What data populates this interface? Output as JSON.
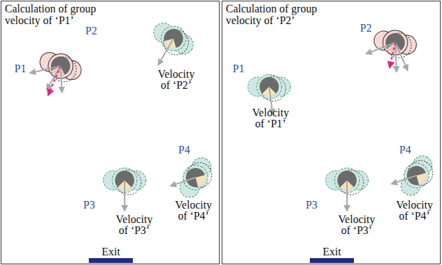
{
  "diagram": {
    "nodes": [
      {
        "text": [
          "Calculation of group velocity of ‘P1’"
        ]
      },
      {
        "text": [
          "Exit"
        ],
        "in": 0
      },
      {
        "text": [
          "Calculation of group velocity of ‘P2’"
        ]
      },
      {
        "text": [
          "Exit"
        ],
        "in": 2
      }
    ],
    "labels": [
      "P1",
      "P2",
      "Velocity of ‘P2’",
      "P3",
      "P4",
      "Velocity of ‘P3’",
      "Velocity of ‘P4’",
      "P2",
      "P1",
      "Velocity of ‘P1’",
      "P3",
      "P4",
      "Velocity of ‘P3’",
      "Velocity of ‘P4’"
    ]
  }
}
